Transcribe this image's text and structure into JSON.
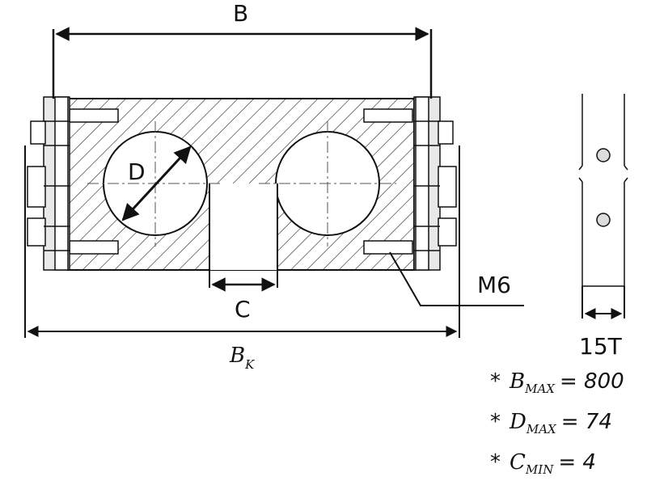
{
  "labels": {
    "B": "B",
    "D": "D",
    "C": "C",
    "M6": "M6",
    "BK_main": "B",
    "BK_sub": "K",
    "thickness": "15T"
  },
  "notes": [
    {
      "star": "*",
      "var": "B",
      "sub": "MAX",
      "eq": "= 800"
    },
    {
      "star": "*",
      "var": "D",
      "sub": "MAX",
      "eq": "= 74"
    },
    {
      "star": "*",
      "var": "C",
      "sub": "MIN",
      "eq": "= 4"
    }
  ]
}
